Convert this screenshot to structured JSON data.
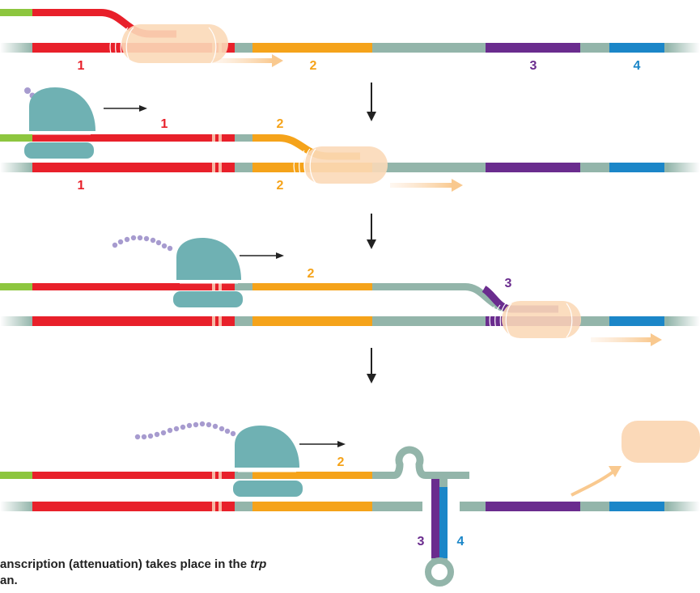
{
  "labels": {
    "p1": {
      "bottom1": "1",
      "bottom2": "2",
      "bottom3": "3",
      "bottom4": "4"
    },
    "p2": {
      "rna1": "1",
      "rna2": "2",
      "dna1": "1",
      "dna2": "2"
    },
    "p3": {
      "rna2": "2",
      "rna3": "3"
    },
    "p4": {
      "rna2": "2",
      "stem3": "3",
      "stem4": "4"
    }
  },
  "caption": {
    "text_before": "anscription (attenuation) takes place in the ",
    "italic": "trp",
    "line2": "an."
  },
  "colors": {
    "region1": "#e8202a",
    "region2": "#f5a31a",
    "region3": "#6a2c8e",
    "region4": "#1b86c8",
    "dna": "#93b5aa",
    "leader": "#8dc63f",
    "ribosome": "#6fb1b3",
    "polymerase": "#fbd9b8",
    "peptide": "#a79bcf"
  }
}
